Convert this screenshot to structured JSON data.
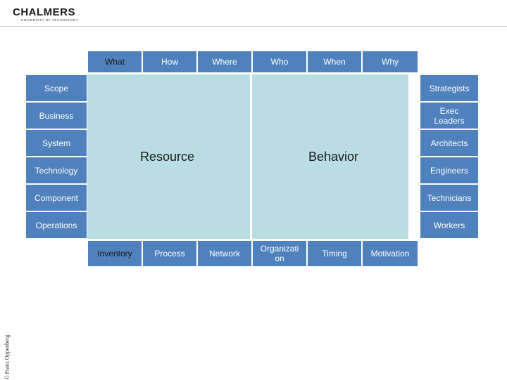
{
  "logo": {
    "name": "CHALMERS",
    "subtitle": "UNIVERSITY OF TECHNOLOGY"
  },
  "columns_top": [
    "What",
    "How",
    "Where",
    "Who",
    "When",
    "Why"
  ],
  "rows_left": [
    "Scope",
    "Business",
    "System",
    "Technology",
    "Component",
    "Operations"
  ],
  "rows_right": [
    "Strategists",
    "Exec Leaders",
    "Architects",
    "Engineers",
    "Technicians",
    "Workers"
  ],
  "columns_bottom": [
    "Inventory",
    "Process",
    "Network",
    "Organizati on",
    "Timing",
    "Motivation"
  ],
  "zones": {
    "left": "Resource",
    "right": "Behavior"
  },
  "copyright": "© Franz Oppenberg",
  "colors": {
    "cell_blue": "#4f81bd",
    "center_fill": "#b9dde3"
  }
}
